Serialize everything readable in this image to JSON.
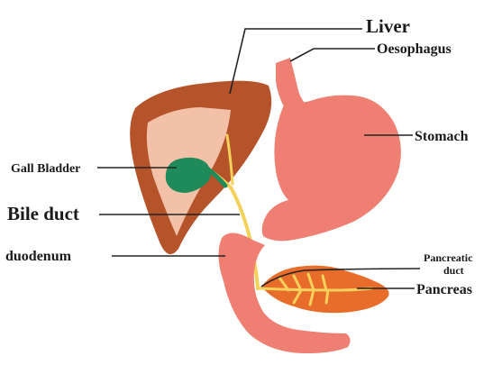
{
  "labels": {
    "liver": "Liver",
    "oesophagus": "Oesophagus",
    "stomach": "Stomach",
    "gall_bladder": "Gall Bladder",
    "bile_duct": "Bile duct",
    "duodenum": "duodenum",
    "pancreatic_duct_line1": "Pancreatic",
    "pancreatic_duct_line2": "duct",
    "pancreas": "Pancreas"
  },
  "colors": {
    "liver_outer": "#b5532a",
    "liver_inner": "#f2c1a8",
    "stomach": "#ef7f72",
    "gall_bladder": "#1f8a5a",
    "bile_duct": "#f3d15a",
    "pancreas": "#e86d2a",
    "pancreatic_duct": "#f7d15c"
  }
}
